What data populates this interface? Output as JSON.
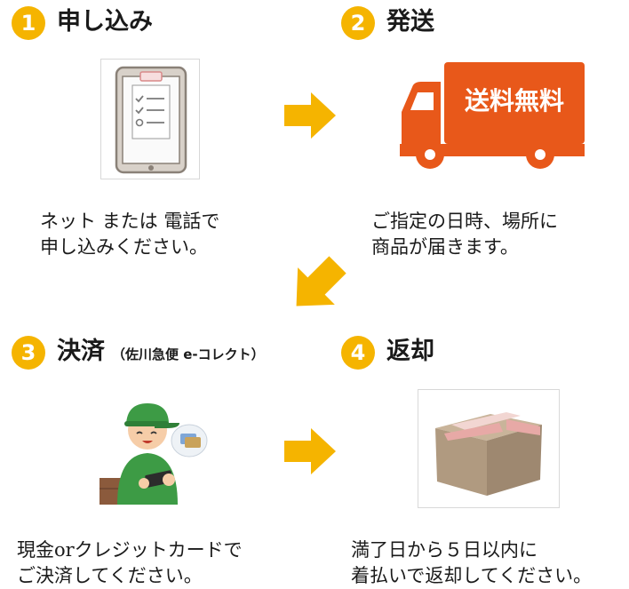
{
  "steps": [
    {
      "number": "1",
      "title": "申し込み",
      "subtitle": "",
      "lines": [
        "ネット または 電話で",
        "申し込みください。"
      ],
      "icon": "tablet-checklist-icon"
    },
    {
      "number": "2",
      "title": "発送",
      "subtitle": "",
      "lines": [
        "ご指定の日時、場所に",
        "商品が届きます。"
      ],
      "icon": "delivery-truck-icon",
      "truck_label": "送料無料"
    },
    {
      "number": "3",
      "title": "決済",
      "subtitle": "（佐川急便 e-コレクト）",
      "lines": [
        "現金orクレジットカードで",
        "ご決済してください。"
      ],
      "icon": "delivery-person-icon"
    },
    {
      "number": "4",
      "title": "返却",
      "subtitle": "",
      "lines": [
        "満了日から５日以内に",
        "着払いで返却してください。"
      ],
      "icon": "cardboard-box-icon"
    }
  ],
  "colors": {
    "badge": "#f5b400",
    "arrow": "#f5b400",
    "truck": "#e8581a",
    "text": "#1a1a1a"
  }
}
